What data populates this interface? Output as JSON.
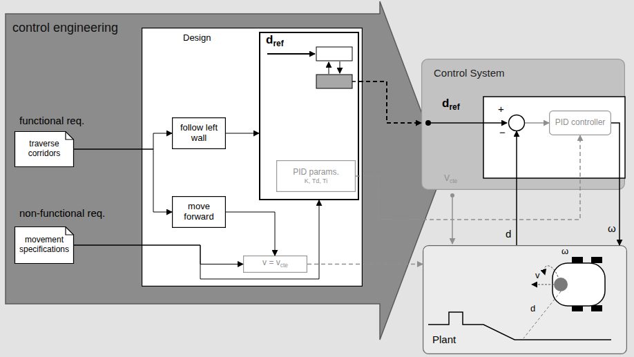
{
  "diagram": {
    "nodes": [
      {
        "text": [
          "control engineering"
        ]
      },
      {
        "text": [
          "Design"
        ],
        "in": 0
      },
      {
        "text": [
          "traverse corridors"
        ],
        "in": 0
      },
      {
        "text": [
          "movement specifications"
        ],
        "in": 0
      },
      {
        "text": [
          "follow left wall"
        ],
        "in": 1
      },
      {
        "text": [
          "move forward"
        ],
        "in": 1
      },
      {
        "text": [
          "dref"
        ],
        "in": 1
      },
      {
        "text": [
          "PID params.",
          "K, Td, Ti"
        ],
        "in": 6
      },
      {
        "text": [
          "v = vcte"
        ],
        "in": 1
      },
      {
        "text": [
          "Control System"
        ]
      },
      {
        "text": [
          "+",
          "−"
        ],
        "in": 9
      },
      {
        "text": [
          "PID controller"
        ],
        "in": 9
      },
      {
        "text": [
          "Plant"
        ]
      }
    ],
    "edges": [
      {
        "from": 2,
        "to": 4,
        "arrow": "to"
      },
      {
        "from": 2,
        "to": 5,
        "arrow": "to"
      },
      {
        "from": 4,
        "to": 6,
        "arrow": "to"
      },
      {
        "from": 5,
        "to": 8,
        "arrow": "to"
      },
      {
        "from": 3,
        "to": 8,
        "arrow": "to"
      },
      {
        "from": 3,
        "to": 6,
        "arrow": "to"
      },
      {
        "from": 6,
        "to": 9,
        "arrow": "to"
      },
      {
        "from": 7,
        "to": 11,
        "arrow": "to"
      },
      {
        "from": 8,
        "to": 12,
        "arrow": "to"
      },
      {
        "from": 10,
        "to": 11,
        "arrow": "to"
      },
      {
        "from": 12,
        "to": 10,
        "label": "d",
        "arrow": "to"
      },
      {
        "from": 11,
        "to": 12,
        "label": "ω",
        "arrow": "to"
      }
    ],
    "labels": [
      "functional req.",
      "non-functional req.",
      "dref",
      "Vcte",
      "v",
      "ω",
      "d"
    ]
  }
}
